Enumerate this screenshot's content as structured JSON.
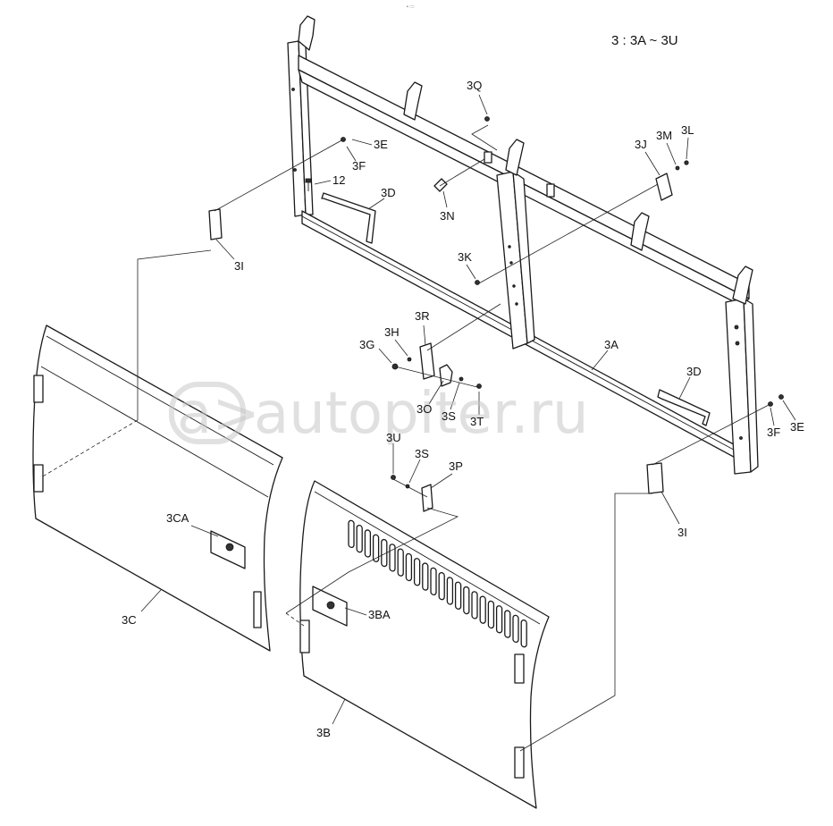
{
  "figure": {
    "range_label": "3 : 3A ~ 3U",
    "header_mark": "• ::::"
  },
  "watermark": {
    "logo_text": "a>",
    "site_text": "autopiter.ru"
  },
  "labels": {
    "3Q": "3Q",
    "3E_top": "3E",
    "3F_top": "3F",
    "12": "12",
    "3D_top": "3D",
    "3N": "3N",
    "3J": "3J",
    "3M": "3M",
    "3L": "3L",
    "3I_left": "3I",
    "3K": "3K",
    "3R": "3R",
    "3G": "3G",
    "3H": "3H",
    "3A": "3A",
    "3D_right": "3D",
    "3O": "3O",
    "3S_mid": "3S",
    "3T": "3T",
    "3F_right": "3F",
    "3E_right": "3E",
    "3U": "3U",
    "3S_low": "3S",
    "3P": "3P",
    "3I_right": "3I",
    "3CA": "3CA",
    "3BA": "3BA",
    "3C": "3C",
    "3B": "3B"
  }
}
